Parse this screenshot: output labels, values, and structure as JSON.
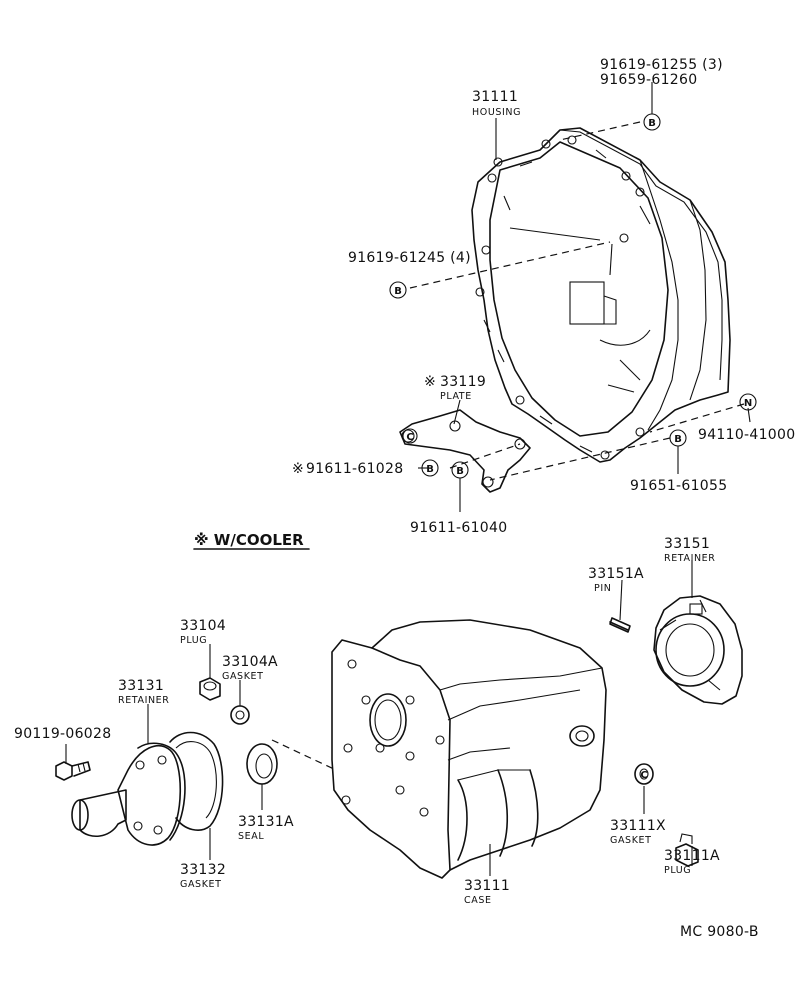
{
  "housing": {
    "number": "31111",
    "name": "HOUSING"
  },
  "bolts_top": {
    "line1": "91619-61255 (3)",
    "line2": "91659-61260"
  },
  "bolt_left": "91619-61245 (4)",
  "plate": {
    "mark": "※",
    "number": "33119",
    "name": "PLATE"
  },
  "bolt_plate_left": {
    "mark": "※",
    "number": "91611-61028"
  },
  "bolt_plate_bottom": "91611-61040",
  "nut_right": "94110-41000",
  "bolt_right": "91651-61055",
  "cooler_note": "※ W/COOLER",
  "retainer_right": {
    "number": "33151",
    "name": "RETAINER"
  },
  "pin": {
    "number": "33151A",
    "name": "PIN"
  },
  "plug_top": {
    "number": "33104",
    "name": "PLUG"
  },
  "gasket_small": {
    "number": "33104A",
    "name": "GASKET"
  },
  "retainer_left": {
    "number": "33131",
    "name": "RETAINER"
  },
  "bolt_far_left": "90119-06028",
  "seal": {
    "number": "33131A",
    "name": "SEAL"
  },
  "gasket_left": {
    "number": "33132",
    "name": "GASKET"
  },
  "case": {
    "number": "33111",
    "name": "CASE"
  },
  "gasket_right": {
    "number": "33111X",
    "name": "GASKET"
  },
  "plug_right": {
    "number": "33111A",
    "name": "PLUG"
  },
  "symbols": {
    "B": "B",
    "C": "C",
    "N": "N"
  },
  "diagram_code": "MC 9080-B"
}
